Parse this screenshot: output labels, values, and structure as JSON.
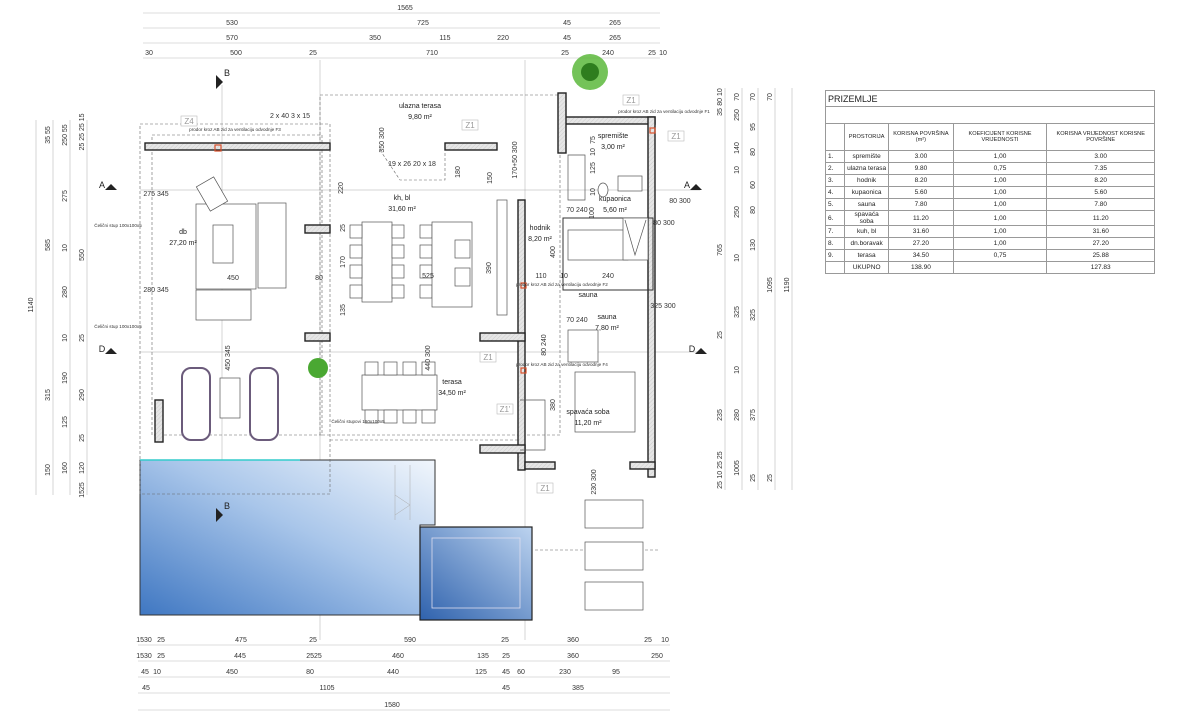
{
  "schedule": {
    "title": "PRIZEMLJE",
    "headers": [
      "PROSTORIJA",
      "KORISNA POVRŠINA (m²)",
      "KOEFICIJENT KORISNE VRIJEDNOSTI",
      "KORISNA VRIJEDNOST KORISNE POVRŠINE"
    ],
    "rows": [
      {
        "no": "1.",
        "room": "spremište",
        "area": "3.00",
        "coef": "1,00",
        "value": "3.00"
      },
      {
        "no": "2.",
        "room": "ulazna terasa",
        "area": "9.80",
        "coef": "0,75",
        "value": "7.35"
      },
      {
        "no": "3.",
        "room": "hodnik",
        "area": "8.20",
        "coef": "1,00",
        "value": "8.20"
      },
      {
        "no": "4.",
        "room": "kupaonica",
        "area": "5.60",
        "coef": "1,00",
        "value": "5.60"
      },
      {
        "no": "5.",
        "room": "sauna",
        "area": "7.80",
        "coef": "1,00",
        "value": "7.80"
      },
      {
        "no": "6.",
        "room": "spavaća soba",
        "area": "11.20",
        "coef": "1,00",
        "value": "11.20"
      },
      {
        "no": "7.",
        "room": "kuh, bl",
        "area": "31.60",
        "coef": "1,00",
        "value": "31.60"
      },
      {
        "no": "8.",
        "room": "dn.boravak",
        "area": "27.20",
        "coef": "1,00",
        "value": "27.20"
      },
      {
        "no": "9.",
        "room": "terasa",
        "area": "34.50",
        "coef": "0,75",
        "value": "25.88"
      }
    ],
    "total": {
      "label": "UKUPNO",
      "area": "138.90",
      "value": "127.83"
    }
  },
  "rooms": [
    {
      "name": "ulazna terasa",
      "area": "9,80 m²"
    },
    {
      "name": "spremište",
      "area": "3,00 m²"
    },
    {
      "name": "kh, bl",
      "area": "31,60 m²"
    },
    {
      "name": "db",
      "area": "27,20 m²"
    },
    {
      "name": "hodnik",
      "area": "8,20 m²"
    },
    {
      "name": "kupaonica",
      "area": "5,60 m²"
    },
    {
      "name": "sauna",
      "area": ""
    },
    {
      "name": "sauna",
      "area": "7,80 m²"
    },
    {
      "name": "terasa",
      "area": "34,50 m²"
    },
    {
      "name": "spavaća soba",
      "area": "11,20 m²"
    }
  ],
  "notes": [
    "prodor kroz AB zid za ventilaciju odvodnje F3",
    "prodor kroz AB zid za ventilaciju odvodnje F1",
    "prodor kroz AB zid za ventilaciju odvodnje F2",
    "prodor kroz AB zid za ventilaciju odvodnje F4",
    "Čelični stup 100x100x5",
    "Čelični stup 100x100x5",
    "Čelični stupovi 160x100x5"
  ],
  "zone_tags": [
    "Z4",
    "Z1",
    "Z1",
    "Z1",
    "Z1",
    "Z1'",
    "Z1"
  ],
  "section_markers": [
    "A",
    "A",
    "D",
    "D",
    "B",
    "B"
  ],
  "dimensions": {
    "top": [
      [
        "1565"
      ],
      [
        "530",
        "725",
        "45",
        "265"
      ],
      [
        "570",
        "350",
        "115",
        "220",
        "45",
        "265"
      ],
      [
        "30",
        "500",
        "25",
        "710",
        "25",
        "240",
        "25",
        "10"
      ]
    ],
    "bottom": [
      [
        "1530",
        "25",
        "475",
        "25",
        "590",
        "25",
        "360",
        "25",
        "10"
      ],
      [
        "1530",
        "25",
        "445",
        "2525",
        "460",
        "135",
        "25",
        "360",
        "250"
      ],
      [
        "45",
        "10",
        "450",
        "80",
        "440",
        "125",
        "45",
        "60",
        "230",
        "95"
      ],
      [
        "45",
        "1105",
        "45",
        "385"
      ],
      [
        "1580"
      ]
    ],
    "left": [
      [
        "1140"
      ],
      [
        "35 55",
        "585",
        "315",
        "150"
      ],
      [
        "250 55",
        "275",
        "10",
        "280",
        "10",
        "190",
        "125",
        "160"
      ],
      [
        "25 25 25 15",
        "550",
        "25",
        "290",
        "25",
        "120",
        "1525"
      ]
    ],
    "right": [
      [
        "80 10",
        "35",
        "765",
        "25",
        "235",
        "10 25 25",
        "25"
      ],
      [
        "70",
        "250",
        "140",
        "10",
        "250",
        "10",
        "325",
        "10",
        "280",
        "1005"
      ],
      [
        "70",
        "95",
        "80",
        "60",
        "80",
        "130",
        "325",
        "375",
        "25"
      ],
      [
        "70",
        "1095",
        "25"
      ],
      [
        "1190"
      ]
    ],
    "inner": [
      "350 300",
      "180",
      "150",
      "170+50 300",
      "220",
      "275 345",
      "280 345",
      "450",
      "80",
      "525",
      "170",
      "135",
      "25",
      "390",
      "75",
      "10",
      "125",
      "10",
      "100",
      "80 300",
      "80 300",
      "70 240",
      "400",
      "110",
      "10",
      "240",
      "325 300",
      "70 240",
      "80 240",
      "450 345",
      "440 300",
      "380",
      "230 300",
      "19 x 26 20 x 18",
      "2 x 40 3 x 15"
    ]
  },
  "colors": {
    "pool": "#5b8fcf",
    "pool_light": "#e8f0fa",
    "wall_hatch": "#d9d9d9",
    "accent_red": "#d9502b",
    "plant": "#3a9a2a"
  }
}
